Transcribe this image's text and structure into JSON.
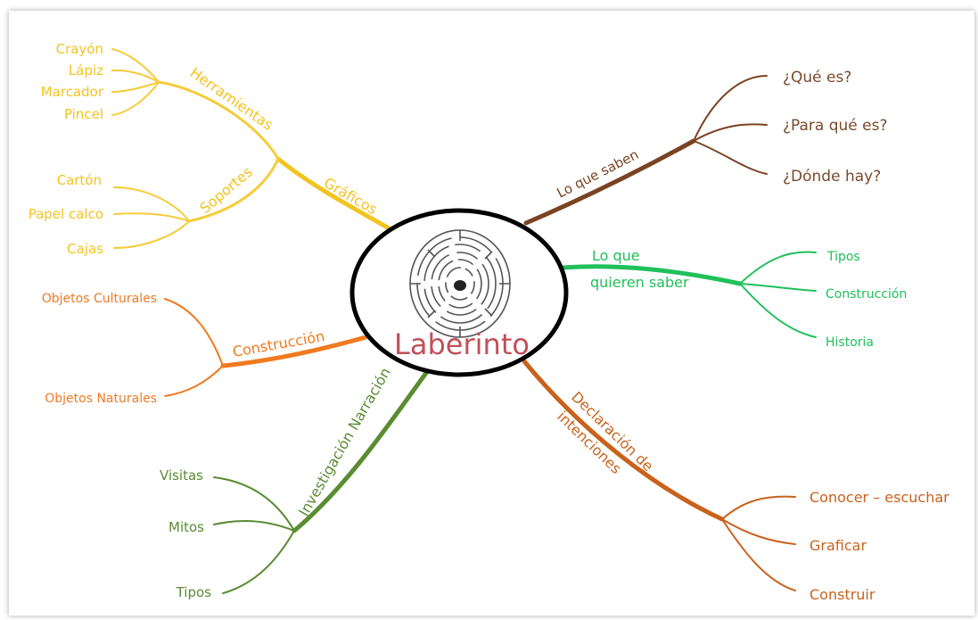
{
  "center": {
    "label": "Laberinto",
    "color": "#c0505a"
  },
  "colors": {
    "yellow": "#f3c31e",
    "yellow_light": "#f5cc3a",
    "brown": "#7a4322",
    "brown_text": "#7a4a2c",
    "green": "#20c05a",
    "orange": "#f07a1e",
    "orange_text": "#ef7a24",
    "olive": "#5a8c32",
    "rust": "#c8621c"
  },
  "branches": {
    "graficos": {
      "label": "Gráficos",
      "herramientas": {
        "label": "Herramientas",
        "items": [
          "Crayón",
          "Lápiz",
          "Marcador",
          "Pincel"
        ]
      },
      "soportes": {
        "label": "Soportes",
        "items": [
          "Cartón",
          "Papel calco",
          "Cajas"
        ]
      }
    },
    "construccion": {
      "label": "Construcción",
      "items": [
        "Objetos Culturales",
        "Objetos Naturales"
      ]
    },
    "investigacion": {
      "label": "Investigación Narración",
      "items": [
        "Visitas",
        "Mitos",
        "Tipos"
      ]
    },
    "lo_que_saben": {
      "label": "Lo que saben",
      "items": [
        "¿Qué es?",
        "¿Para qué es?",
        "¿Dónde hay?"
      ]
    },
    "lo_que_quieren": {
      "label_line1": "Lo que",
      "label_line2": "quieren saber",
      "items": [
        "Tipos",
        "Construcción",
        "Historia"
      ]
    },
    "declaracion": {
      "label_line1": "Declaración de",
      "label_line2": "intenciones",
      "items": [
        "Conocer – escuchar",
        "Graficar",
        "Construir"
      ]
    }
  }
}
